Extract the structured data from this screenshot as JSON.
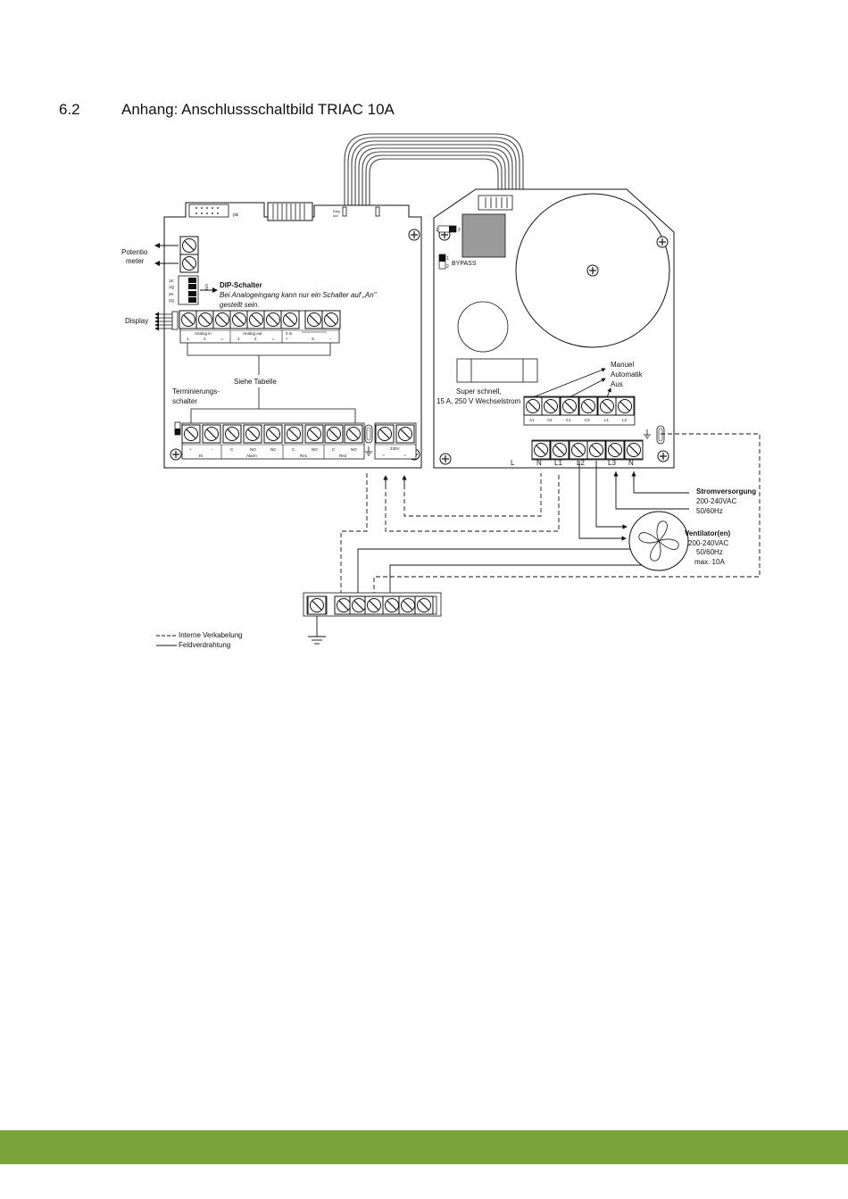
{
  "section": {
    "number": "6.2",
    "title": "Anhang: Anschlussschaltbild TRIAC 10A"
  },
  "left_board": {
    "potentiometer_label_1": "Potentio",
    "potentiometer_label_2": "meter",
    "dip_title": "DIP-Schalter",
    "dip_note_1": "Bei Analogeingang kann nur ein Schalter auf „An\"",
    "dip_note_2": "gestellt sein.",
    "dip_rows": [
      "1K",
      "1Q",
      "2K",
      "2Q"
    ],
    "dip_on": "ON",
    "display_label": "Display",
    "see_table": "Siehe Tabelle",
    "termination_1": "Terminierungs-",
    "termination_2": "schalter",
    "pic_label": "pic",
    "top_terminal_groups": [
      "Analog in",
      "Analog out",
      "0 in"
    ],
    "top_terminal_numbers": [
      "1",
      "2",
      "⊥",
      "1",
      "2",
      "⊥",
      "+",
      "S",
      "−"
    ],
    "bottom_terminal_marks": [
      "+",
      "−",
      "C",
      "NO",
      "NC",
      "C",
      "NO",
      "C",
      "NO"
    ],
    "bottom_terminal_groups": [
      "EI",
      "Alarm",
      "Re1",
      "Re2",
      "230V"
    ],
    "power_marks": [
      "~",
      "~"
    ]
  },
  "right_board": {
    "switch_numbers": [
      "1",
      "2"
    ],
    "bypass_label": "BYPASS",
    "mode_labels": [
      "Manuel",
      "Automatik",
      "Aus"
    ],
    "fuse_label_1": "Super schnell,",
    "fuse_label_2": "15 A, 250 V Wechselstrom",
    "control_terminals": [
      "A1",
      "A2",
      "C1",
      "C2",
      "L1",
      "L2"
    ],
    "power_terminals": [
      "L",
      "N",
      "L1",
      "L2",
      "L3",
      "N"
    ]
  },
  "supply": {
    "title": "Stromversorgung",
    "voltage": "200-240VAC",
    "frequency": "50/60Hz"
  },
  "fan": {
    "title": "Ventilator(en)",
    "voltage": "200-240VAC",
    "frequency": "50/60Hz",
    "current": "max. 10A"
  },
  "legend": {
    "internal": "Interne Verkabelung",
    "field": "Feldverdrahtung"
  },
  "colors": {
    "footer": "#7aa43a",
    "line": "#111111",
    "board_gray": "#9a9a9a"
  }
}
